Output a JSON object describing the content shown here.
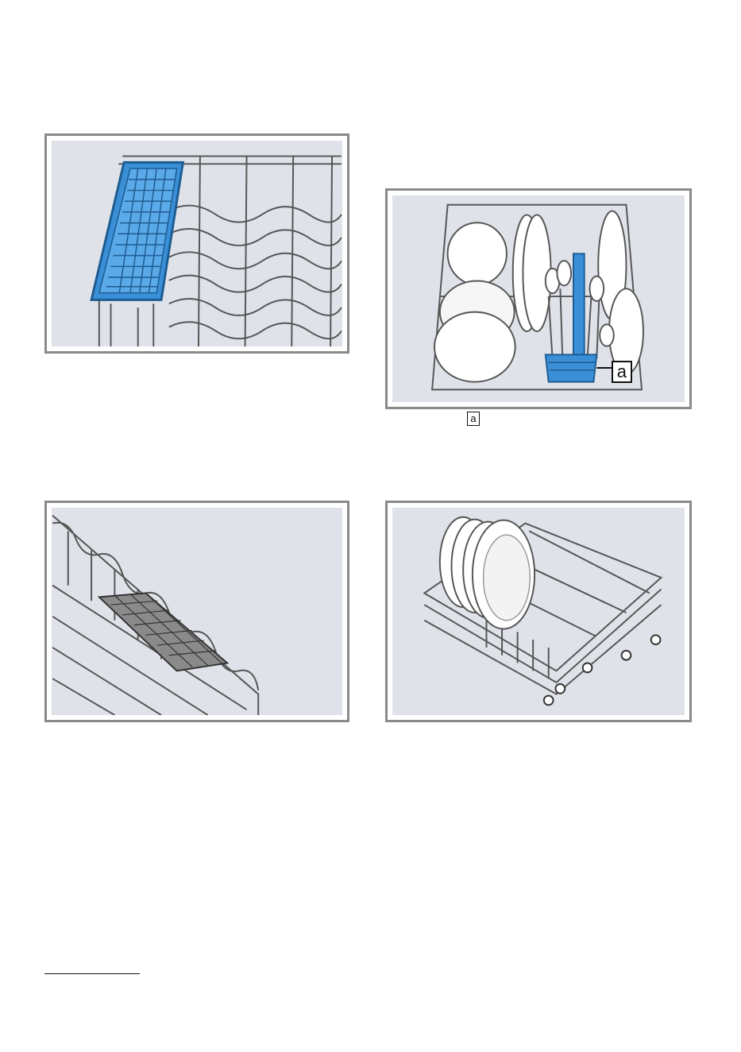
{
  "figures": [
    {
      "name": "cutlery-tray-upper-rack"
    },
    {
      "name": "cutlery-basket-lower-rack",
      "callout_label": "a"
    },
    {
      "name": "folding-rack-insert"
    },
    {
      "name": "lower-rack-with-plates"
    }
  ],
  "reference_label": "a",
  "colors": {
    "panel": "#dfe2e8",
    "frame": "#8a8a8a",
    "accent_blue": "#3a8fd6",
    "wire": "#555555"
  }
}
